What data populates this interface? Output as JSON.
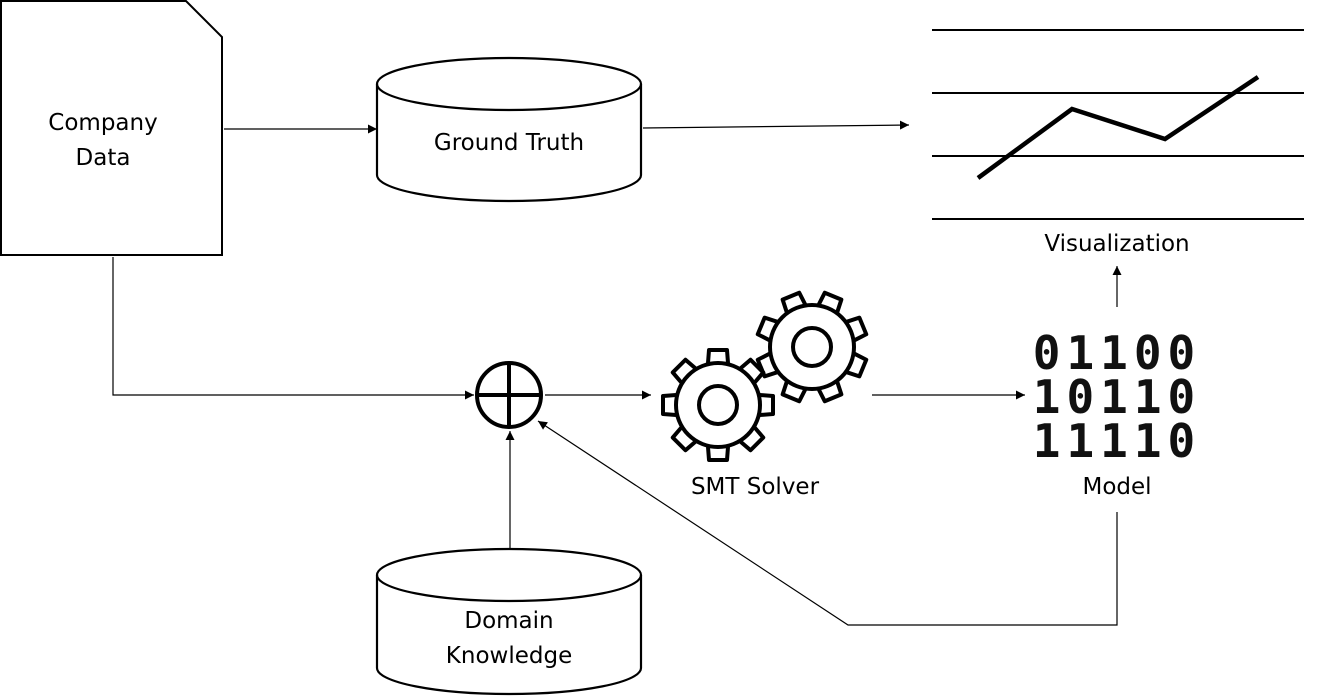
{
  "labels": {
    "company_data_line1": "Company",
    "company_data_line2": "Data",
    "ground_truth": "Ground Truth",
    "visualization": "Visualization",
    "smt_solver": "SMT Solver",
    "model": "Model",
    "domain_knowledge_line1": "Domain",
    "domain_knowledge_line2": "Knowledge"
  },
  "model_bits": [
    "01100",
    "10110",
    "11110"
  ],
  "icons": {
    "document": "document-icon",
    "database": "database-icon",
    "chart": "line-chart-icon",
    "combine": "circle-plus-icon",
    "gears": "gears-icon",
    "binary": "binary-icon"
  },
  "colors": {
    "stroke": "#000000",
    "background": "#ffffff"
  }
}
